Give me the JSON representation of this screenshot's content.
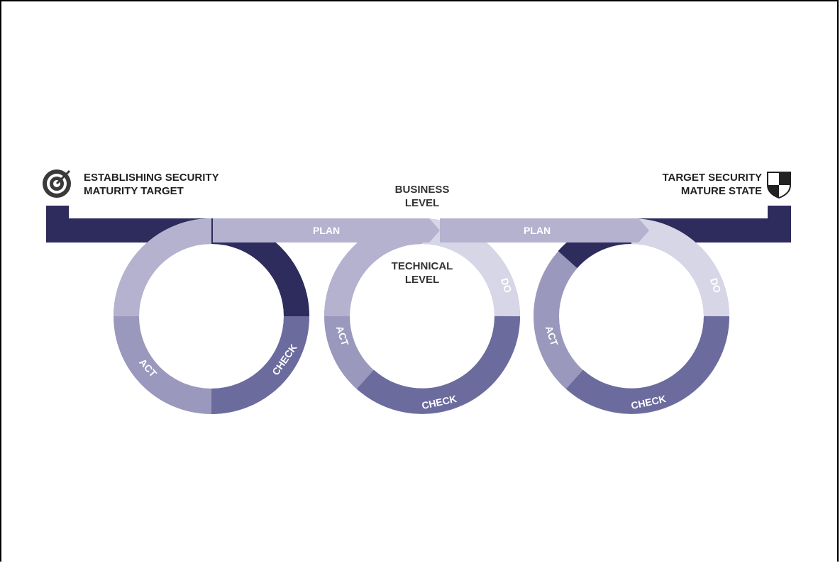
{
  "start": {
    "line1": "ESTABLISHING SECURITY",
    "line2": "MATURITY TARGET",
    "icon": "target-icon"
  },
  "end": {
    "line1": "TARGET SECURITY",
    "line2": "MATURE STATE",
    "icon": "shield-icon"
  },
  "business": {
    "line1": "BUSINESS",
    "line2": "LEVEL"
  },
  "technical": {
    "line1": "TECHNICAL",
    "line2": "LEVEL"
  },
  "phases": {
    "plan": "PLAN",
    "do": "DO",
    "check": "CHECK",
    "act": "ACT"
  },
  "colors": {
    "dark": "#2e2c5c",
    "medium": "#6b6b9e",
    "light": "#9a98bd",
    "lighter": "#b4b2cf",
    "lightest": "#d7d6e6"
  }
}
